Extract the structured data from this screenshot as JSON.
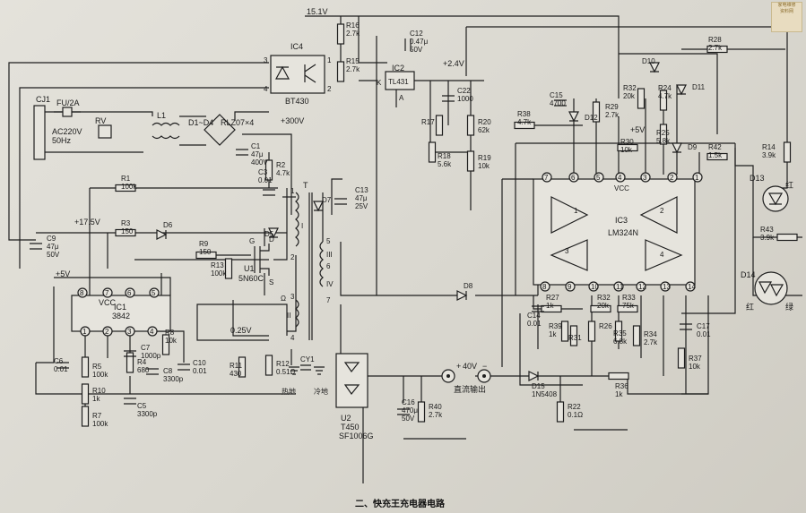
{
  "title": "二、快充王充电器电路",
  "rails": {
    "v15": "15.1V",
    "v2_4": "+2.4V",
    "v300": "+300V",
    "v17_5": "+17.5V",
    "v5a": "+5V",
    "v5b": "+5V",
    "v0_25": "0.25V"
  },
  "input": {
    "connector": "CJ1",
    "fuse": "FU/2A",
    "mains": "AC220V",
    "freq": "50Hz",
    "varistor": "RV",
    "choke": "L1",
    "bridge": "D1~D4",
    "bridge_type": "RLZ07×4"
  },
  "ics": {
    "ic1": {
      "ref": "IC1",
      "part": "3842",
      "vcc": "VCC"
    },
    "ic2": {
      "ref": "IC2",
      "part": "TL431",
      "k": "K",
      "a": "A"
    },
    "ic3": {
      "ref": "IC3",
      "part": "LM324N",
      "vcc": "VCC"
    },
    "ic4": {
      "ref": "IC4",
      "part": "BT430"
    }
  },
  "pins": {
    "ic1": [
      "8",
      "7",
      "6",
      "5",
      "1",
      "2",
      "3",
      "4"
    ],
    "ic3": [
      "7",
      "6",
      "5",
      "4",
      "3",
      "2",
      "1",
      "8",
      "9",
      "10",
      "11",
      "12",
      "13",
      "14"
    ],
    "ic4": [
      "3",
      "4",
      "1",
      "2"
    ]
  },
  "opamps": [
    "1",
    "2",
    "3",
    "4"
  ],
  "transformer": {
    "label": "T",
    "w1": "1",
    "w2": "2",
    "w3": "3",
    "w4": "4",
    "w5": "5",
    "w6": "6",
    "w7": "7",
    "n1": "I",
    "n2": "II",
    "n3": "III",
    "n4": "IV",
    "omega": "Ω"
  },
  "mosfet": {
    "ref": "U1",
    "part": "5N60C",
    "g": "G",
    "d": "D",
    "s": "S"
  },
  "rectifier": {
    "ref": "U2",
    "part": "T450",
    "part2": "SF1006G"
  },
  "output": {
    "plus": "+",
    "volts": "40V",
    "minus": "−",
    "label": "直流输出",
    "hot": "热地",
    "cold": "冷地",
    "cap": "CY1"
  },
  "resistors": [
    {
      "ref": "R1",
      "val": "100k"
    },
    {
      "ref": "R2",
      "val": "4.7k"
    },
    {
      "ref": "R3",
      "val": "150"
    },
    {
      "ref": "R4",
      "val": "680"
    },
    {
      "ref": "R5",
      "val": "100k"
    },
    {
      "ref": "R7",
      "val": "100k"
    },
    {
      "ref": "R8",
      "val": "10k"
    },
    {
      "ref": "R9",
      "val": "150"
    },
    {
      "ref": "R10",
      "val": "1k"
    },
    {
      "ref": "R11",
      "val": "430"
    },
    {
      "ref": "R12",
      "val": "0.51Ω"
    },
    {
      "ref": "R13",
      "val": "100k"
    },
    {
      "ref": "R14",
      "val": "3.9k"
    },
    {
      "ref": "R15",
      "val": "2.7k"
    },
    {
      "ref": "R16",
      "val": "2.7k"
    },
    {
      "ref": "R17",
      "val": ""
    },
    {
      "ref": "R18",
      "val": "5.6k"
    },
    {
      "ref": "R19",
      "val": "10k"
    },
    {
      "ref": "R20",
      "val": "62k"
    },
    {
      "ref": "R22",
      "val": "0.1Ω"
    },
    {
      "ref": "R24",
      "val": "4.7k"
    },
    {
      "ref": "R25",
      "val": "5.8k"
    },
    {
      "ref": "R26",
      "val": ""
    },
    {
      "ref": "R27",
      "val": "1k"
    },
    {
      "ref": "R28",
      "val": "2.7k"
    },
    {
      "ref": "R29",
      "val": "2.7k"
    },
    {
      "ref": "R30",
      "val": "10k"
    },
    {
      "ref": "R31",
      "val": ""
    },
    {
      "ref": "R32",
      "val": "20k"
    },
    {
      "ref": "R33",
      "val": "75k"
    },
    {
      "ref": "R34",
      "val": "2.7k"
    },
    {
      "ref": "R35",
      "val": "6.8k"
    },
    {
      "ref": "R36",
      "val": "1k"
    },
    {
      "ref": "R37",
      "val": "10k"
    },
    {
      "ref": "R38",
      "val": "4.7k"
    },
    {
      "ref": "R39",
      "val": "1k"
    },
    {
      "ref": "R40",
      "val": "2.7k"
    },
    {
      "ref": "R42",
      "val": "1.5k"
    },
    {
      "ref": "R43",
      "val": "3.9k"
    },
    {
      "ref": "R32b",
      "val": "20k"
    }
  ],
  "capacitors": [
    {
      "ref": "C1",
      "val": "47μ",
      "v": "400V"
    },
    {
      "ref": "C3",
      "val": "0.01",
      "v": ""
    },
    {
      "ref": "C5",
      "val": "3300p",
      "v": ""
    },
    {
      "ref": "C6",
      "val": "0.01",
      "v": ""
    },
    {
      "ref": "C7",
      "val": "1000p",
      "v": ""
    },
    {
      "ref": "C8",
      "val": "3300p",
      "v": ""
    },
    {
      "ref": "C9",
      "val": "47μ",
      "v": "50V"
    },
    {
      "ref": "C10",
      "val": "0.01",
      "v": ""
    },
    {
      "ref": "C12",
      "val": "0.47μ",
      "v": "50V"
    },
    {
      "ref": "C13",
      "val": "47μ",
      "v": "25V"
    },
    {
      "ref": "C14",
      "val": "0.01",
      "v": ""
    },
    {
      "ref": "C15",
      "val": "4700",
      "v": ""
    },
    {
      "ref": "C16",
      "val": "470μ",
      "v": "50V"
    },
    {
      "ref": "C17",
      "val": "0.01",
      "v": ""
    },
    {
      "ref": "C22",
      "val": "1000",
      "v": ""
    }
  ],
  "diodes": [
    {
      "ref": "D5",
      "val": ""
    },
    {
      "ref": "D6",
      "val": ""
    },
    {
      "ref": "D7",
      "val": ""
    },
    {
      "ref": "D8",
      "val": ""
    },
    {
      "ref": "D9",
      "val": ""
    },
    {
      "ref": "D10",
      "val": ""
    },
    {
      "ref": "D11",
      "val": ""
    },
    {
      "ref": "D12",
      "val": ""
    },
    {
      "ref": "D15",
      "val": "1N5408"
    }
  ],
  "leds": [
    {
      "ref": "D13",
      "color": "红"
    },
    {
      "ref": "D14",
      "color": "红",
      "color2": "绿"
    }
  ],
  "logo": {
    "line1": "家电维修",
    "line2": "资料网"
  }
}
